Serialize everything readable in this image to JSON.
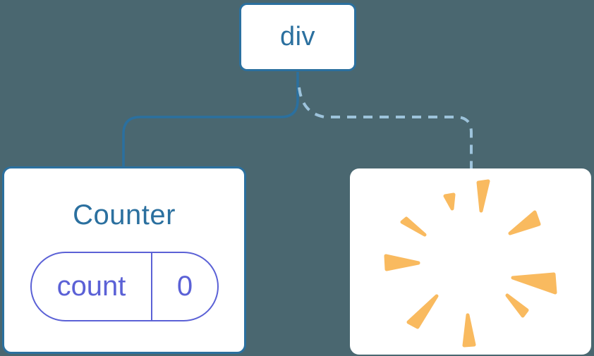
{
  "diagram": {
    "description": "React component tree: a div root keeps the Counter child (state preserved) while the second child is removed (poof)",
    "root_node": {
      "label": "div"
    },
    "counter_node": {
      "title": "Counter",
      "state": {
        "key": "count",
        "value": "0"
      }
    },
    "poof_node": {
      "icon": "poof-starburst-icon"
    },
    "edges": [
      {
        "from": "div",
        "to": "Counter",
        "style": "solid"
      },
      {
        "from": "div",
        "to": "removed-child",
        "style": "dashed"
      }
    ]
  },
  "colors": {
    "background": "#4A6770",
    "blue": "#2B709F",
    "dash_blue": "#9DC3DB",
    "purple": "#5B61D6",
    "orange": "#F9BA5F",
    "card": "#FFFFFF"
  }
}
